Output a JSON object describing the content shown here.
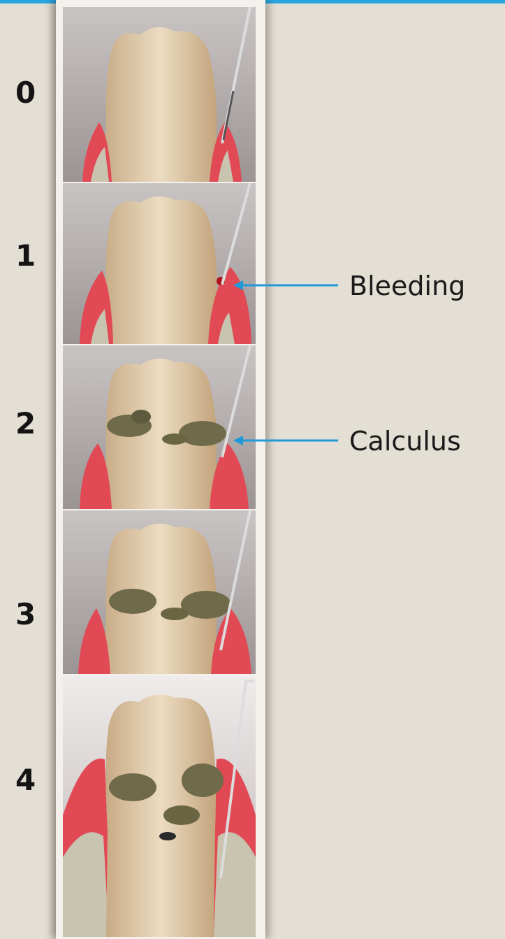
{
  "stages": [
    {
      "number": "0"
    },
    {
      "number": "1"
    },
    {
      "number": "2"
    },
    {
      "number": "3"
    },
    {
      "number": "4"
    }
  ],
  "annotations": [
    {
      "text": "Bleeding"
    },
    {
      "text": "Calculus"
    }
  ],
  "colors": {
    "background": "#e4dfd4",
    "top_bar": "#2aa6df",
    "arrow": "#1e9ad8",
    "gum": "#e14a55",
    "tooth": "#d9c3a2",
    "calculus": "#6e6a4a",
    "bone": "#c8c4b0"
  },
  "icons": {
    "probe": "periodontal-probe-icon"
  }
}
